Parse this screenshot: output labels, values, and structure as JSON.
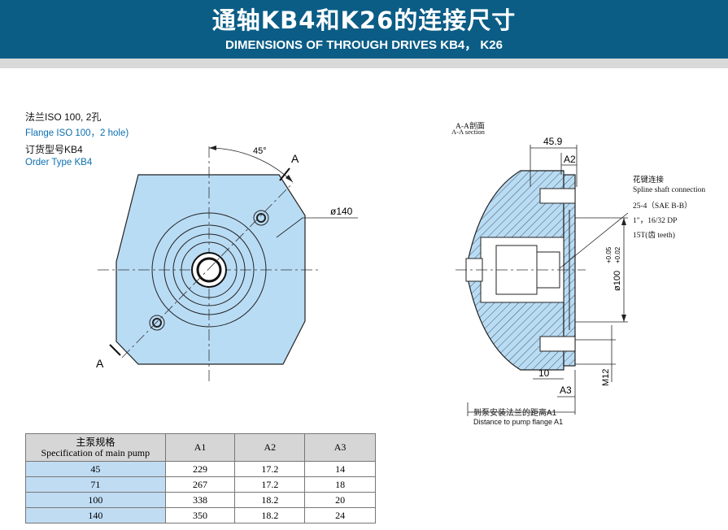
{
  "header": {
    "title": "通轴KB4和K26的连接尺寸",
    "subtitle": "DIMENSIONS OF THROUGH DRIVES KB4， K26"
  },
  "left_view": {
    "flange_cn": "法兰ISO 100, 2孔",
    "flange_en": "Flange ISO 100，2 hole)",
    "order_cn": "订货型号KB4",
    "order_en": "Order Type KB4",
    "angle_label": "45°",
    "section_mark_top": "A",
    "section_mark_bottom": "A",
    "diameter_label": "ø140"
  },
  "section_view": {
    "title_cn": "A-A剖面",
    "title_en": "A-A section",
    "dim_45_9": "45.9",
    "dim_a2": "A2",
    "spline_cn": "花键连接",
    "spline_en": "Spline shaft connection",
    "spline_1": "25-4（SAE B-B）",
    "spline_2": "1″，16/32 DP",
    "spline_3": "15T(齿 teeth)",
    "dia_100": "ø100",
    "tol_upper": "+0.05",
    "tol_lower": "+0.02",
    "dim_10": "10",
    "dim_a3": "A3",
    "dim_m12": "M12",
    "distance_cn": "到泵安装法兰的距离A1",
    "distance_en": "Distance to pump flange A1"
  },
  "table": {
    "headers": [
      "主泵规格",
      "Specification of main pump",
      "A1",
      "A2",
      "A3"
    ],
    "rows": [
      [
        "45",
        "229",
        "17.2",
        "14"
      ],
      [
        "71",
        "267",
        "17.2",
        "18"
      ],
      [
        "100",
        "338",
        "18.2",
        "20"
      ],
      [
        "140",
        "350",
        "18.2",
        "24"
      ]
    ]
  },
  "colors": {
    "header_bg": "#0b5d86",
    "part_fill": "#b9dcf5",
    "blue_text": "#0b6fb0",
    "table_highlight": "#bfdcf3"
  }
}
